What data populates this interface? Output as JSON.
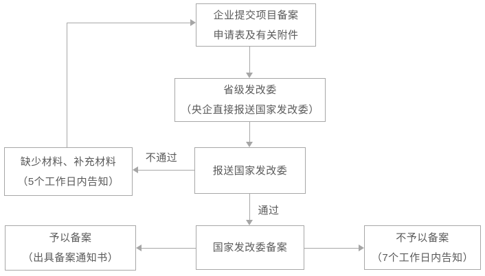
{
  "flowchart": {
    "nodes": {
      "submit": {
        "line1": "企业提交项目备案",
        "line2": "申请表及有关附件"
      },
      "provincial": {
        "line1": "省级发改委",
        "line2": "（央企直接报送国家发改委）"
      },
      "report": {
        "line1": "报送国家发改委"
      },
      "missing": {
        "line1": "缺少材料、补充材料",
        "line2": "（5个工作日内告知）"
      },
      "filing": {
        "line1": "国家发改委备案"
      },
      "grant": {
        "line1": "予以备案",
        "line2": "（出具备案通知书）"
      },
      "deny": {
        "line1": "不予以备案",
        "line2": "（7个工作日内告知）"
      }
    },
    "edge_labels": {
      "fail": "不通过",
      "pass": "通过"
    },
    "colors": {
      "border": "#a6a6a6",
      "text": "#595959",
      "arrow": "#a6a6a6",
      "background": "#ffffff"
    }
  }
}
